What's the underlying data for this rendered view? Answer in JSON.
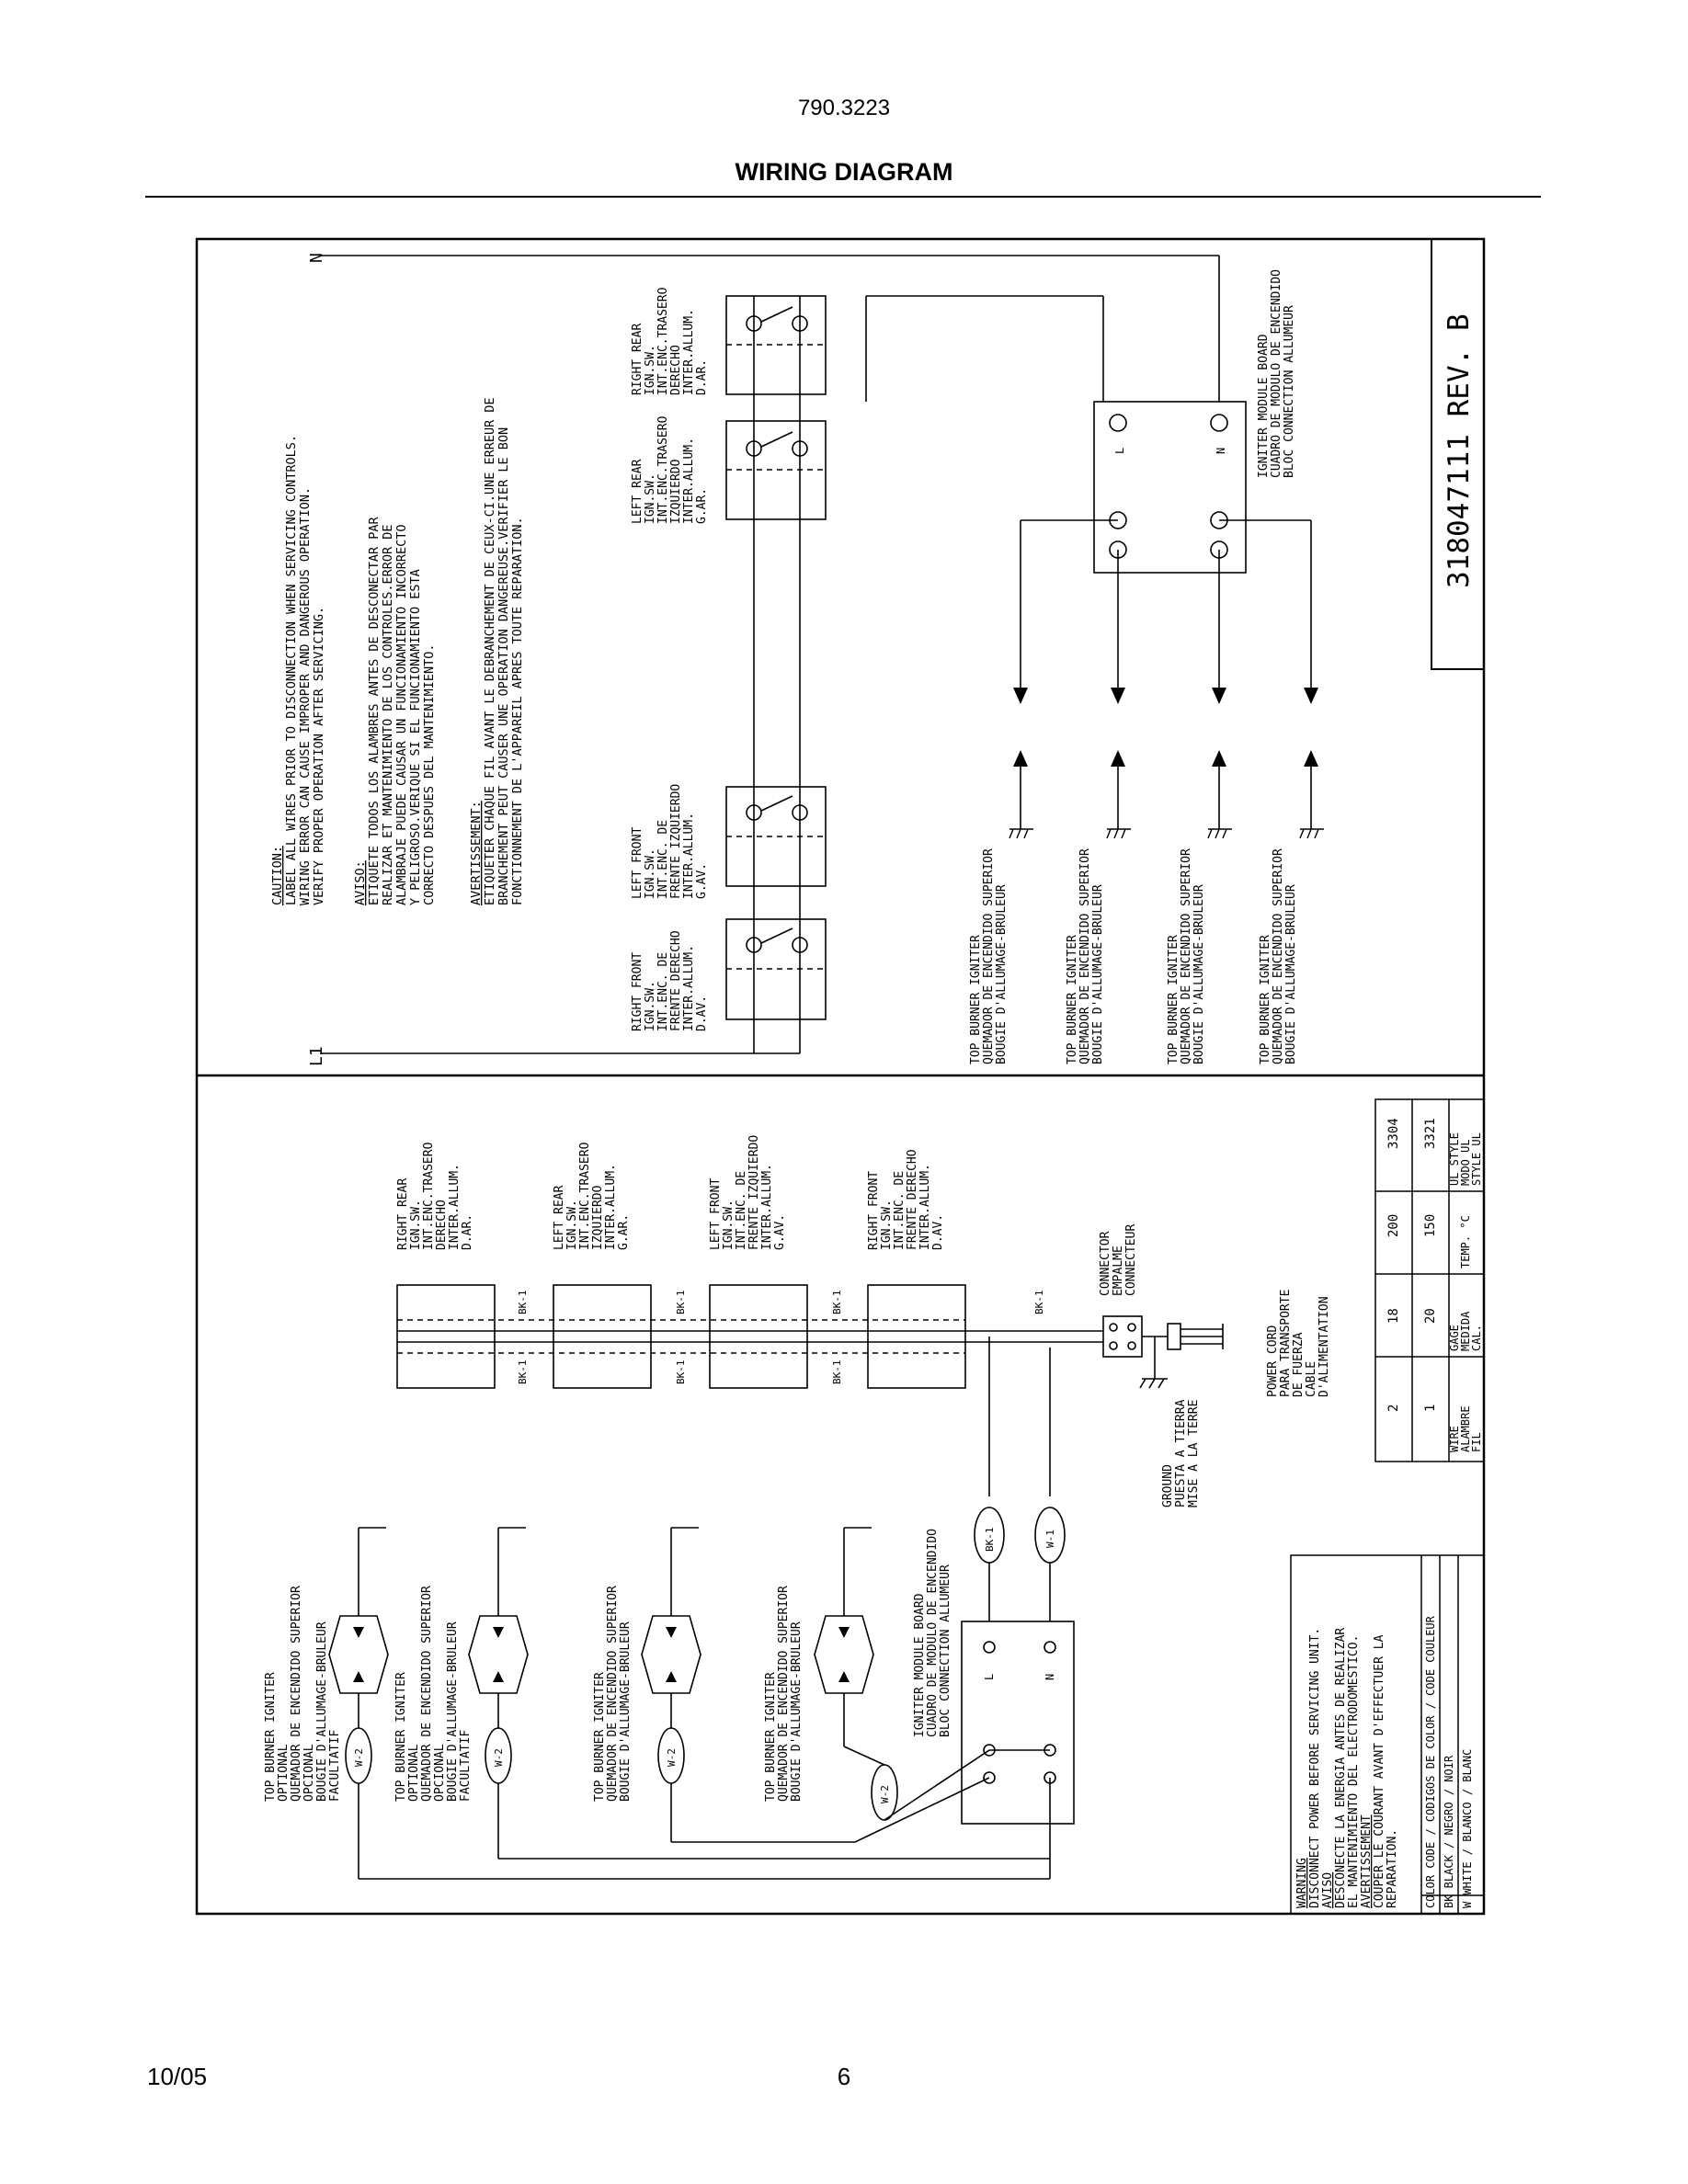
{
  "header": {
    "model_number": "790.3223",
    "title": "WIRING DIAGRAM"
  },
  "footer": {
    "date": "10/05",
    "page_number": "6"
  },
  "diagram": {
    "part_number": "318047111 REV. B",
    "terminals": {
      "line": "L1",
      "neutral": "N"
    },
    "caution": [
      "CAUTION:",
      "LABEL ALL WIRES PRIOR TO DISCONNECTION WHEN SERVICING CONTROLS.",
      "WIRING ERROR CAN CAUSE IMPROPER AND DANGEROUS OPERATION.",
      "VERIFY PROPER OPERATION AFTER SERVICING."
    ],
    "aviso": [
      "AVISO:",
      "ETIQUETE TODOS LOS ALAMBRES ANTES DE DESCONECTAR PAR",
      "REALIZAR ET MANTENIMIENTO DE LOS CONTROLES.ERROR DE",
      "ALAMBRAJE PUEDE CAUSAR UN FUNCIONAMIENTO INCORRECTO",
      "Y PELIGROSO.VERIQUE SI EL FUNCIONAMIENTO ESTA",
      "CORRECTO DESPUES DEL MANTENIMIENTO."
    ],
    "avertissement": [
      "AVERTISSEMENT:",
      "ETIQUETER CHAQUE FIL AVANT LE DEBRANCHEMENT DE CEUX-CI.UNE ERREUR DE",
      "BRANCHEMENT PEUT CAUSER UNE OPERATION DANGEREUSE.VERIFIER LE BON",
      "FONCTIONNEMENT DE L'APPAREIL APRES TOUTE REPARATION."
    ],
    "switches": {
      "right_front": [
        "RIGHT FRONT",
        "IGN.SW.",
        "INT.ENC. DE",
        "FRENTE DERECHO",
        "INTER.ALLUM.",
        "D.AV."
      ],
      "left_front": [
        "LEFT FRONT",
        "IGN.SW.",
        "INT.ENC. DE",
        "FRENTE IZQUIERDO",
        "INTER.ALLUM.",
        "G.AV."
      ],
      "left_rear": [
        "LEFT REAR",
        "IGN.SW.",
        "INT.ENC.TRASERO",
        "IZQUIERDO",
        "INTER.ALLUM.",
        "G.AR."
      ],
      "right_rear": [
        "RIGHT REAR",
        "IGN.SW.",
        "INT.ENC.TRASERO",
        "DERECHO",
        "INTER.ALLUM.",
        "D.AR."
      ]
    },
    "igniter_label": [
      "TOP BURNER IGNITER",
      "QUEMADOR DE ENCENDIDO SUPERIOR",
      "BOUGIE D'ALLUMAGE-BRULEUR"
    ],
    "igniter_optional_label": [
      "TOP BURNER IGNITER",
      "OPTIONAL",
      "QUEMADOR DE ENCENDIDO SUPERIOR",
      "OPCIONAL",
      "BOUGIE D'ALLUMAGE-BRULEUR",
      "FACULTATIF"
    ],
    "module_label": [
      "IGNITER MODULE BOARD",
      "CUADRO DE MODULO DE ENCENDIDO",
      "BLOC CONNECTION ALLUMEUR"
    ],
    "module_terminals": {
      "l": "L",
      "n": "N"
    },
    "connector_label": [
      "CONNECTOR",
      "EMPALME",
      "CONNECTEUR"
    ],
    "power_cord_label": [
      "POWER CORD",
      "PARA TRANSPORTE",
      "DE FUERZA",
      "CABLE",
      "D'ALIMENTATION"
    ],
    "ground_label": [
      "GROUND",
      "PUESTA A TIERRA",
      "MISE A LA TERRE"
    ],
    "wire_codes": {
      "bk1": "BK-1",
      "w1": "W-1",
      "w2": "W-2"
    },
    "wire_table": {
      "rows": [
        [
          "WIRE",
          "ALAMBRE",
          "FIL"
        ],
        [
          "2",
          "1"
        ],
        [
          "18",
          "20"
        ],
        [
          "200",
          "150"
        ],
        [
          "3304",
          "3321"
        ]
      ],
      "row_headers": [
        "GAGE",
        "MEDIDA",
        "CAL."
      ],
      "temp_header": "TEMP. °C",
      "style_header": [
        "UL STYLE",
        "MODO UL",
        "STYLE UL"
      ]
    },
    "warning": [
      "WARNING",
      "DISCONNECT POWER BEFORE SERVICING UNIT.",
      "AVISO",
      "DESCONECTE LA ENERGIA ANTES DE REALIZAR",
      "EL MANTENIMIENTO DEL ELECTRODOMESTICO.",
      "AVERTISSEMENT",
      "COUPER LE COURANT AVANT D'EFFECTUER LA",
      "REPARATION."
    ],
    "color_code": [
      "COLOR CODE / CODIGOS DE COLOR / CODE COULEUR",
      "BK BLACK / NEGRO / NOIR",
      "W  WHITE / BLANCO / BLANC"
    ]
  }
}
